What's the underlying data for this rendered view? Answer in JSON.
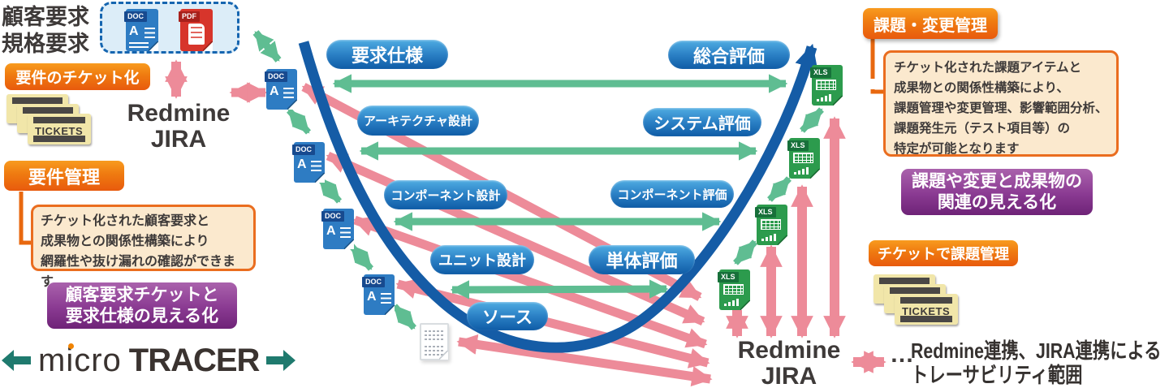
{
  "left_panel": {
    "req_line1": "顧客要求",
    "req_line2": "規格要求",
    "ticketize_badge": "要件のチケット化",
    "req_mgmt_badge": "要件管理",
    "redmine": "Redmine",
    "jira": "JIRA",
    "desc_line1": "チケット化された顧客要求と",
    "desc_line2": "成果物との関係性構築により",
    "desc_line3": "網羅性や抜け漏れの確認ができます",
    "purple_line1": "顧客要求チケットと",
    "purple_line2": "要求仕様の見える化"
  },
  "logo": {
    "micro": "micro",
    "tracer": "TRACER"
  },
  "file_labels": {
    "doc": "DOC",
    "pdf": "PDF",
    "xls": "XLS",
    "tickets": "TICKETS"
  },
  "pills": {
    "left": [
      "要求仕様",
      "アーキテクチャ設計",
      "コンポーネント設計",
      "ユニット設計",
      "ソース"
    ],
    "right": [
      "総合評価",
      "システム評価",
      "コンポーネント評価",
      "単体評価"
    ]
  },
  "bottom_center": {
    "redmine": "Redmine",
    "jira": "JIRA"
  },
  "right_panel": {
    "issue_change_badge": "課題・変更管理",
    "desc_line1": "チケット化された課題アイテムと",
    "desc_line2": "成果物との関係性構築により、",
    "desc_line3": "課題管理や変更管理、影響範囲分析、",
    "desc_line4": "課題発生元（テスト項目等）の",
    "desc_line5": "特定が可能となります",
    "purple_line1": "課題や変更と成果物の",
    "purple_line2": "関連の見える化",
    "ticket_issue_badge": "チケットで課題管理"
  },
  "legend": {
    "dots": "…",
    "line1": "Redmine連携、JIRA連携による",
    "line2": "トレーサビリティ範囲"
  },
  "colors": {
    "orange": "#EF7A10",
    "purple": "#7E2F86",
    "pill_blue": "#1463AC",
    "curve_blue": "#155CA6",
    "green": "#5FBD92",
    "pink": "#ED8B99",
    "teal": "#1F7A6E",
    "dark_text": "#3E3A39"
  }
}
